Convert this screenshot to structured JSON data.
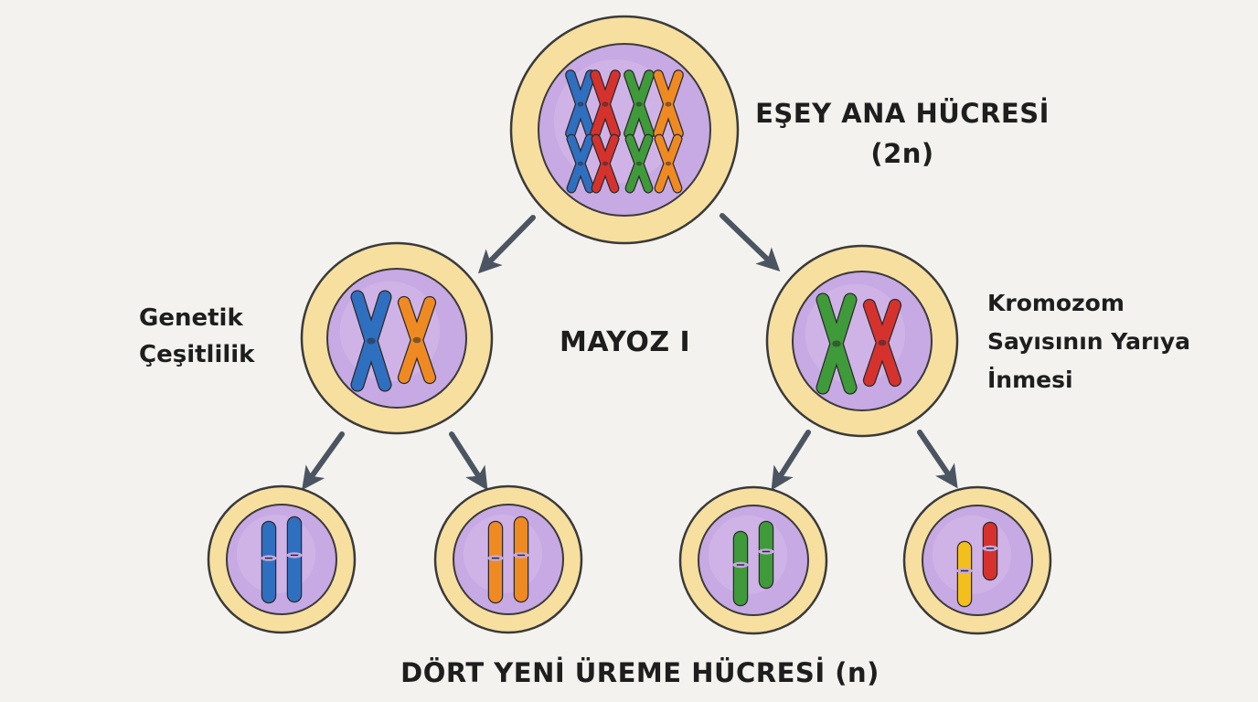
{
  "labels": {
    "parent_line1": "EŞEY ANA HÜCRESİ",
    "parent_line2": "(2n)",
    "genetic_line1": "Genetik",
    "genetic_line2": "Çeşitlilik",
    "meiosis": "MAYOZ I",
    "reduction_line1": "Kromozom",
    "reduction_line2": "Sayısının Yarıya",
    "reduction_line3": "İnmesi",
    "bottom": "DÖRT YENİ ÜREME HÜCRESİ (n)"
  },
  "colors": {
    "background": "#f3f2ee",
    "cell_membrane": "#f7dfa0",
    "cell_outline": "#3a3a3a",
    "nucleus": "#c7a9e3",
    "nucleus_inner": "#d3bbea",
    "arrow": "#4b5561",
    "blue": "#2f6fc0",
    "red": "#d6322d",
    "green": "#3f9a3a",
    "orange": "#ef8a22",
    "yellow": "#f2bf1c"
  },
  "cells": [
    {
      "id": "parent",
      "chromosomes": [
        {
          "shape": "X",
          "color": "blue"
        },
        {
          "shape": "X",
          "color": "red"
        },
        {
          "shape": "X",
          "color": "green"
        },
        {
          "shape": "X",
          "color": "orange"
        },
        {
          "shape": "X",
          "color": "blue"
        },
        {
          "shape": "X",
          "color": "red"
        },
        {
          "shape": "X",
          "color": "green"
        },
        {
          "shape": "X",
          "color": "orange"
        }
      ]
    },
    {
      "id": "daughter-left",
      "chromosomes": [
        {
          "shape": "X",
          "color": "blue"
        },
        {
          "shape": "X",
          "color": "orange"
        }
      ]
    },
    {
      "id": "daughter-right",
      "chromosomes": [
        {
          "shape": "X",
          "color": "green"
        },
        {
          "shape": "X",
          "color": "red"
        }
      ]
    },
    {
      "id": "gamete-1",
      "chromosomes": [
        {
          "shape": "I",
          "color": "blue"
        },
        {
          "shape": "I",
          "color": "blue"
        }
      ]
    },
    {
      "id": "gamete-2",
      "chromosomes": [
        {
          "shape": "I",
          "color": "orange"
        },
        {
          "shape": "I",
          "color": "orange"
        }
      ]
    },
    {
      "id": "gamete-3",
      "chromosomes": [
        {
          "shape": "I",
          "color": "green"
        },
        {
          "shape": "I",
          "color": "green"
        }
      ]
    },
    {
      "id": "gamete-4",
      "chromosomes": [
        {
          "shape": "I",
          "color": "yellow"
        },
        {
          "shape": "I",
          "color": "red"
        }
      ]
    }
  ]
}
